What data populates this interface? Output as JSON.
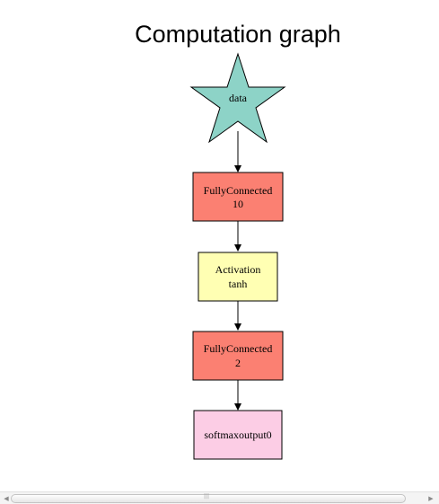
{
  "title": "Computation graph",
  "nodes": [
    {
      "id": "data",
      "lines": [
        "data"
      ],
      "shape": "star",
      "fill": "#8dd3c7"
    },
    {
      "id": "fc1",
      "lines": [
        "FullyConnected",
        "10"
      ],
      "shape": "rect",
      "fill": "#fb8072"
    },
    {
      "id": "act",
      "lines": [
        "Activation",
        "tanh"
      ],
      "shape": "rect",
      "fill": "#ffffb3"
    },
    {
      "id": "fc2",
      "lines": [
        "FullyConnected",
        "2"
      ],
      "shape": "rect",
      "fill": "#fb8072"
    },
    {
      "id": "softmax",
      "lines": [
        "softmaxoutput0"
      ],
      "shape": "rect",
      "fill": "#fccde5"
    }
  ],
  "edges": [
    {
      "from": "data",
      "to": "fc1"
    },
    {
      "from": "fc1",
      "to": "act"
    },
    {
      "from": "act",
      "to": "fc2"
    },
    {
      "from": "fc2",
      "to": "softmax"
    }
  ],
  "scrollbar": {
    "left_arrow": "◀",
    "right_arrow": "▶",
    "grip": "|||"
  }
}
